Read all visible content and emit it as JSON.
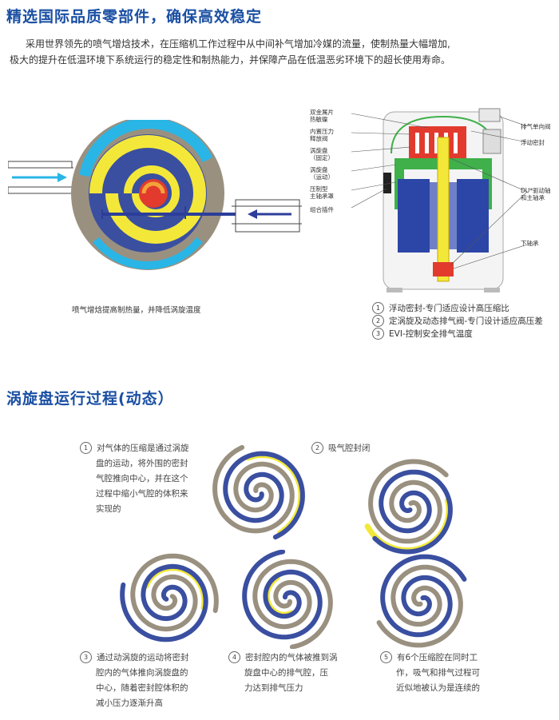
{
  "section1": {
    "title": "精选国际品质零部件，确保高效稳定",
    "intro_line1": "采用世界领先的喷气增焓技术，在压缩机工作过程中从中间补气增加冷媒的流量，使制热量大幅增加,",
    "intro_line2": "极大的提升在低温环境下系统运行的稳定性和制热能力，并保障产品在低温恶劣环境下的超长使用寿命。"
  },
  "left_figure": {
    "caption": "喷气增焓提高制热量，并降低涡旋温度"
  },
  "compressor": {
    "labels_left": [
      {
        "line1": "双金属片",
        "line2": "热敏碟"
      },
      {
        "line1": "内置压力",
        "line2": "释放阀"
      },
      {
        "line1": "涡旋盘",
        "line2": "（固定）"
      },
      {
        "line1": "涡旋盘",
        "line2": "（运动）"
      },
      {
        "line1": "压制型",
        "line2": "主轴承罩"
      },
      {
        "line1": "组合插件",
        "line2": ""
      }
    ],
    "labels_right": [
      {
        "line1": "排气单向阀",
        "line2": ""
      },
      {
        "line1": "浮动密封",
        "line2": ""
      },
      {
        "line1": "DU*驱动轴",
        "line2": "和主轴承"
      },
      {
        "line1": "下轴承",
        "line2": ""
      }
    ],
    "features": [
      {
        "num": "1",
        "text": "浮动密封-专门适应设计高压缩比"
      },
      {
        "num": "2",
        "text": "定涡旋及动态排气阀-专门设计适应高压差"
      },
      {
        "num": "3",
        "text": "EVI-控制安全排气温度"
      }
    ]
  },
  "section2": {
    "title": "涡旋盘运行过程(动态）",
    "steps": [
      {
        "num": "1",
        "lines": [
          "对气体的压缩是通过涡旋",
          "盘的运动，将外围的密封",
          "气腔推向中心，并在这个",
          "过程中缩小气腔的体积来",
          "实现的"
        ]
      },
      {
        "num": "2",
        "lines": [
          "吸气腔封闭"
        ]
      },
      {
        "num": "3",
        "lines": [
          "通过动涡旋的运动将密封",
          "腔内的气体推向涡旋盘的",
          "中心，随着密封腔体积的",
          "减小压力逐渐升高"
        ]
      },
      {
        "num": "4",
        "lines": [
          "密封腔内的气体被推到涡",
          "旋盘中心的排气腔，压",
          "力达到排气压力"
        ]
      },
      {
        "num": "5",
        "lines": [
          "有6个压缩腔在同时工",
          "作，吸气和排气过程可",
          "近似地被认为是连续的"
        ]
      }
    ]
  },
  "colors": {
    "title_blue": "#1a4fa3",
    "spiral_blue": "#3a4fa0",
    "spiral_gray": "#9a9080",
    "highlight_yellow": "#f3e83a",
    "cyan": "#29b6e6",
    "red": "#e23b2e"
  }
}
